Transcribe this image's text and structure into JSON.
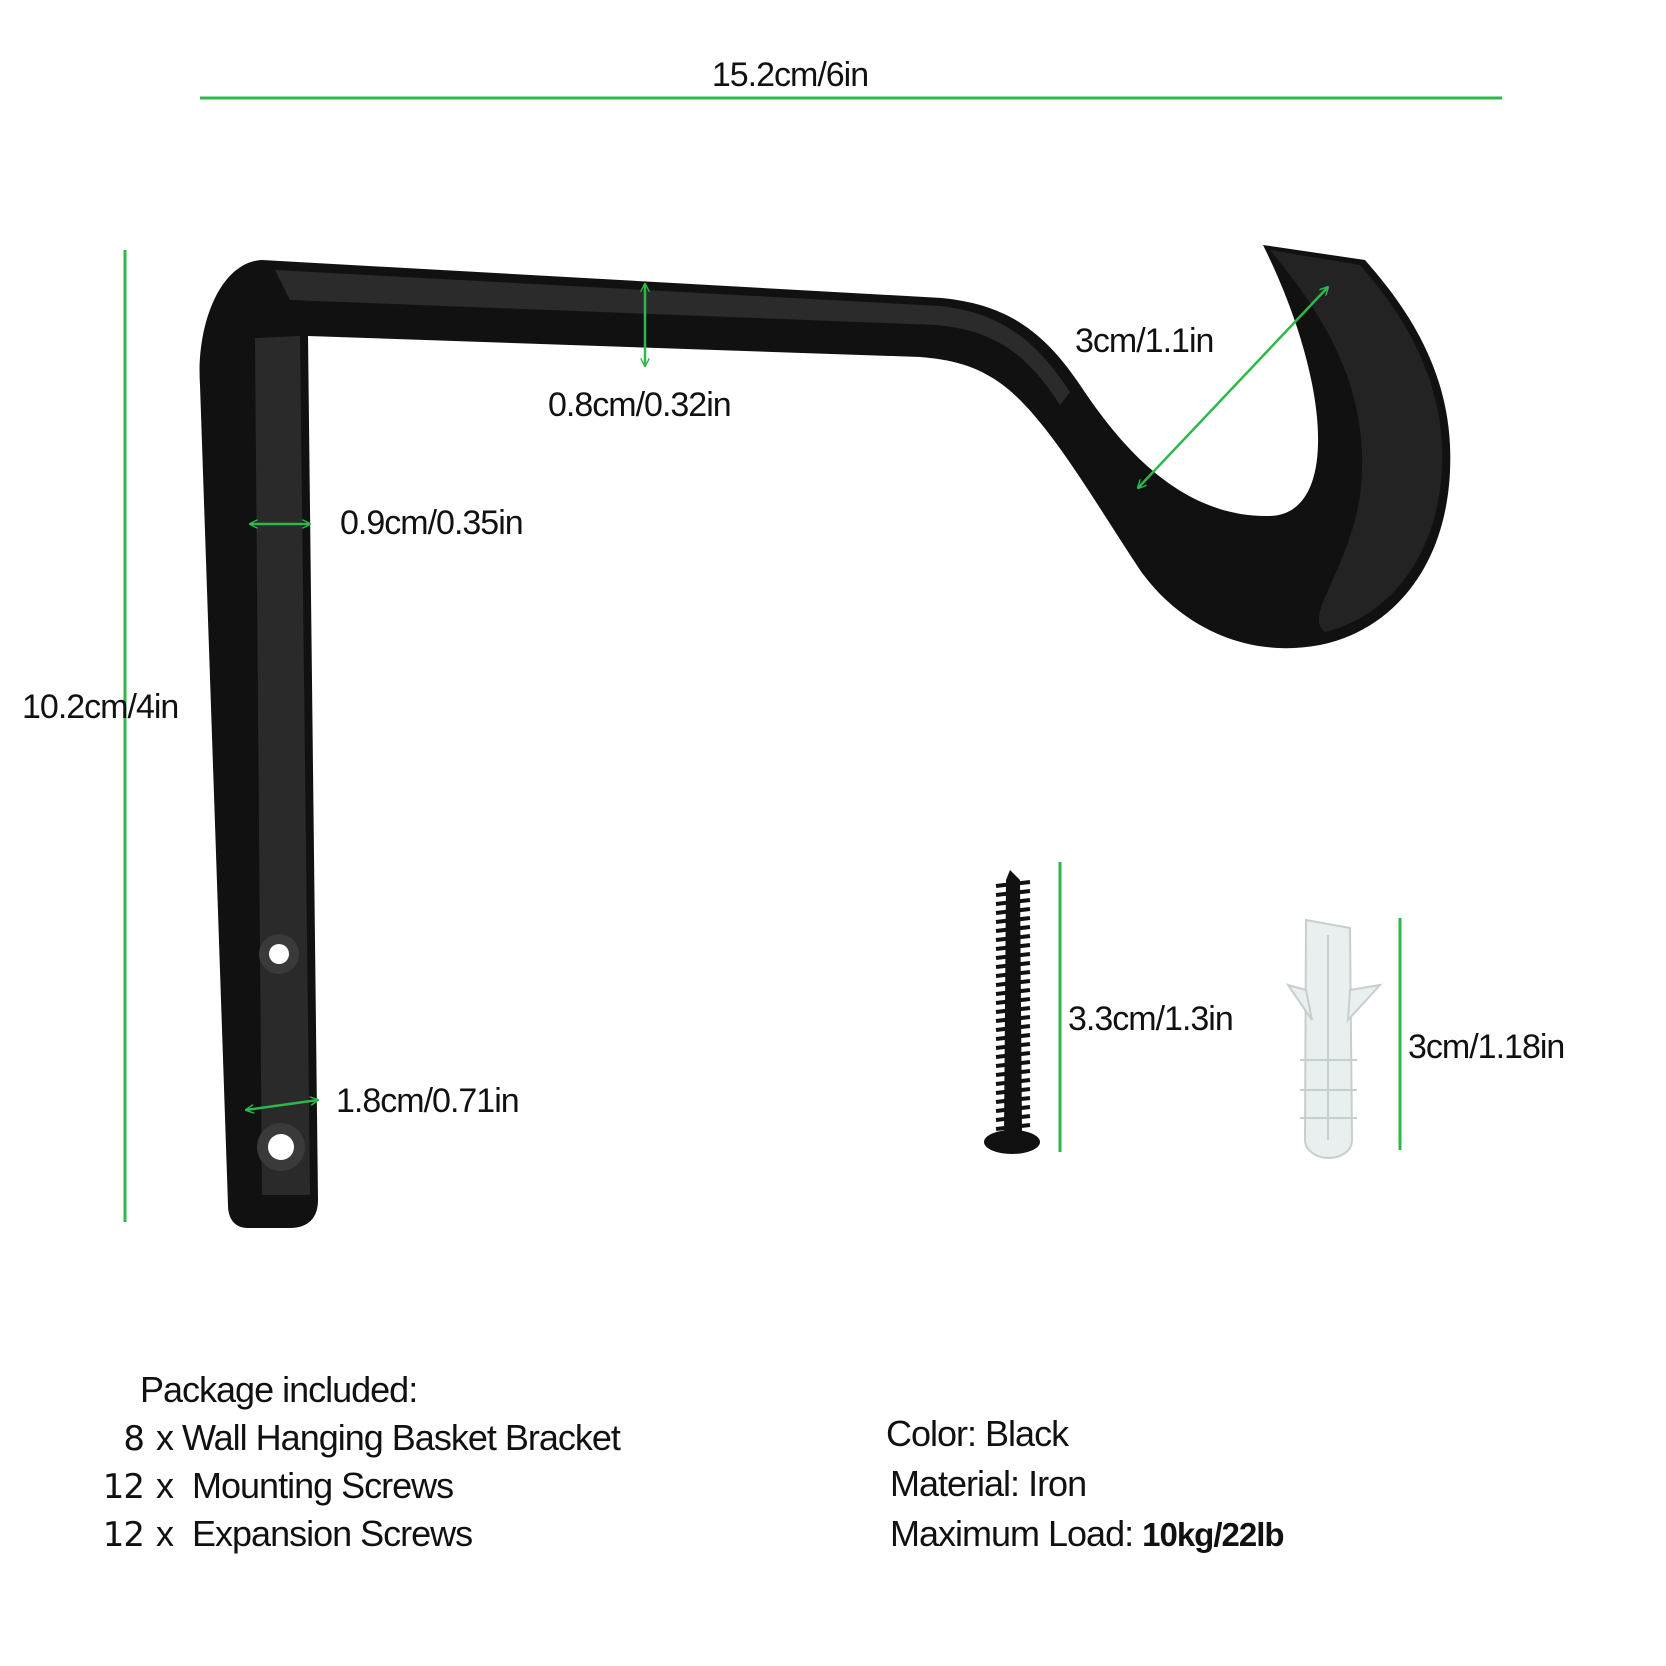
{
  "colors": {
    "dimension_line": "#2db84a",
    "bracket": "#111111",
    "plug": "#e9eeee",
    "text": "#111111"
  },
  "dimensions": {
    "overall_width": "15.2cm/6in",
    "overall_height": "10.2cm/4in",
    "bar_thickness": "0.8cm/0.32in",
    "hook_opening": "3cm/1.1in",
    "upright_width": "0.9cm/0.35in",
    "base_width": "1.8cm/0.71in",
    "screw_length": "3.3cm/1.3in",
    "plug_length": "3cm/1.18in"
  },
  "package": {
    "heading": "Package included:",
    "items": [
      {
        "qty": "8",
        "sep": "x",
        "name": "Wall Hanging Basket Bracket"
      },
      {
        "qty": "12",
        "sep": "x",
        "name": "Mounting Screws"
      },
      {
        "qty": "12",
        "sep": "x",
        "name": "Expansion Screws"
      }
    ]
  },
  "specs": {
    "color_label": "Color:",
    "color_value": "Black",
    "material_label": "Material:",
    "material_value": "Iron",
    "load_label": "Maximum Load:",
    "load_value": "10kg/22lb"
  }
}
